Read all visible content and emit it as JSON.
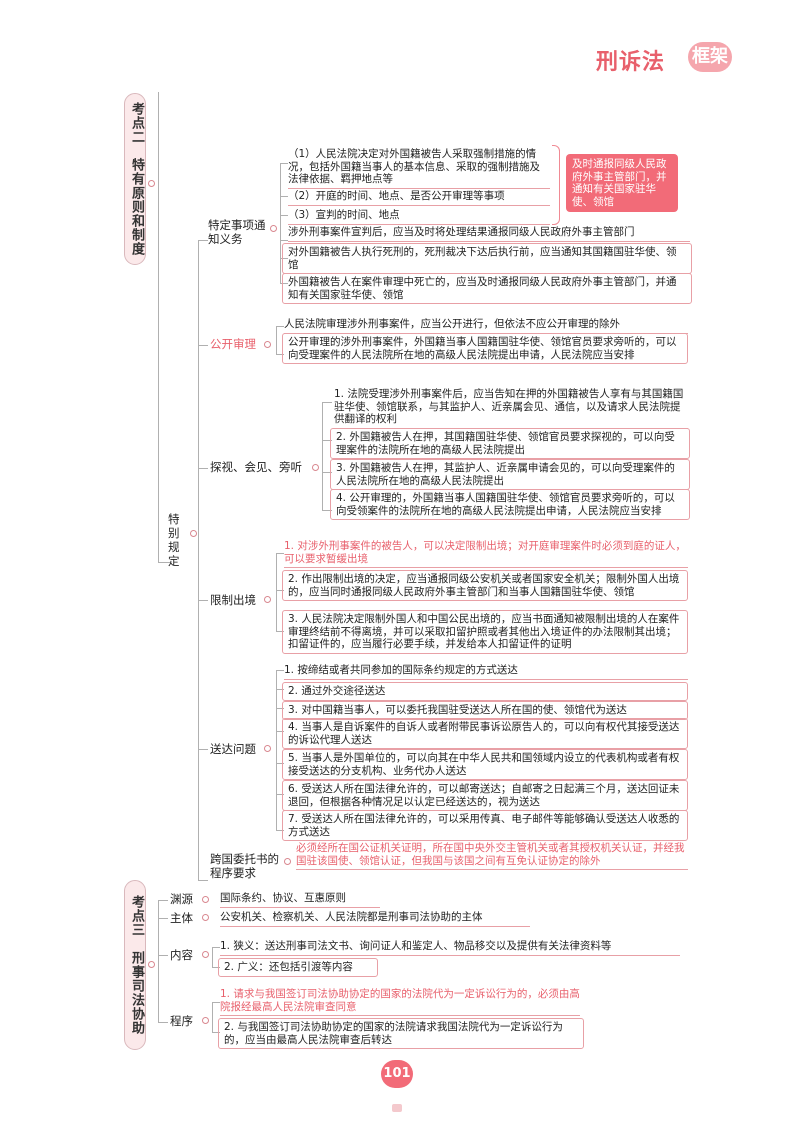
{
  "header": {
    "brand_part1": "刑诉法",
    "brand_part2": "框架"
  },
  "sections": {
    "s2": "考点二　特有原则和制度",
    "s3": "考点三　刑事司法协助"
  },
  "special": {
    "label": "特别规定",
    "notify": {
      "label": "特定事项通知义务",
      "items": [
        "（1）人民法院决定对外国籍被告人采取强制措施的情况，包括外国籍当事人的基本信息、采取的强制措施及法律依据、羁押地点等",
        "（2）开庭的时间、地点、是否公开审理等事项",
        "（3）宣判的时间、地点"
      ],
      "callout": "及时通报同级人民政府外事主管部门，并通知有关国家驻华使、领馆",
      "others": [
        "涉外刑事案件宣判后，应当及时将处理结果通报同级人民政府外事主管部门",
        "对外国籍被告人执行死刑的，死刑裁决下达后执行前，应当通知其国籍国驻华使、领馆",
        "外国籍被告人在案件审理中死亡的，应当及时通报同级人民政府外事主管部门，并通知有关国家驻华使、领馆"
      ]
    },
    "public": {
      "label": "公开审理",
      "items": [
        "人民法院审理涉外刑事案件，应当公开进行，但依法不应公开审理的除外",
        "公开审理的涉外刑事案件，外国籍当事人国籍国驻华使、领馆官员要求旁听的，可以向受理案件的人民法院所在地的高级人民法院提出申请，人民法院应当安排"
      ]
    },
    "visit": {
      "label": "探视、会见、旁听",
      "items": [
        "1. 法院受理涉外刑事案件后，应当告知在押的外国籍被告人享有与其国籍国驻华使、领馆联系，与其监护人、近亲属会见、通信，以及请求人民法院提供翻译的权利",
        "2. 外国籍被告人在押，其国籍国驻华使、领馆官员要求探视的，可以向受理案件的法院所在地的高级人民法院提出",
        "3. 外国籍被告人在押，其监护人、近亲属申请会见的，可以向受理案件的人民法院所在地的高级人民法院提出",
        "4. 公开审理的，外国籍当事人国籍国驻华使、领馆官员要求旁听的，可以向受领案件的法院所在地的高级人民法院提出申请，人民法院应当安排"
      ]
    },
    "exit": {
      "label": "限制出境",
      "items": [
        "1. 对涉外刑事案件的被告人，可以决定限制出境；对开庭审理案件时必须到庭的证人，可以要求暂缓出境",
        "2. 作出限制出境的决定，应当通报同级公安机关或者国家安全机关；限制外国人出境的，应当同时通报同级人民政府外事主管部门和当事人国籍国驻华使、领馆",
        "3. 人民法院决定限制外国人和中国公民出境的，应当书面通知被限制出境的人在案件审理终结前不得离境，并可以采取扣留护照或者其他出入境证件的办法限制其出境；扣留证件的，应当履行必要手续，并发给本人扣留证件的证明"
      ]
    },
    "service": {
      "label": "送达问题",
      "items": [
        "1. 按缔结或者共同参加的国际条约规定的方式送达",
        "2. 通过外交途径送达",
        "3. 对中国籍当事人，可以委托我国驻受送达人所在国的使、领馆代为送达",
        "4. 当事人是自诉案件的自诉人或者附带民事诉讼原告人的，可以向有权代其接受送达的诉讼代理人送达",
        "5. 当事人是外国单位的，可以向其在中华人民共和国领域内设立的代表机构或者有权接受送达的分支机构、业务代办人送达",
        "6. 受送达人所在国法律允许的，可以邮寄送达；自邮寄之日起满三个月，送达回证未退回，但根据各种情况足以认定已经送达的，视为送达",
        "7. 受送达人所在国法律允许的，可以采用传真、电子邮件等能够确认受送达人收悉的方式送达"
      ]
    },
    "letter": {
      "label": "跨国委托书的程序要求",
      "text": "必须经所在国公证机关证明，所在国中央外交主管机关或者其授权机关认证，并经我国驻该国使、领馆认证，但我国与该国之间有互免认证协定的除外"
    }
  },
  "assist": {
    "source_label": "渊源",
    "source_text": "国际条约、协议、互惠原则",
    "subject_label": "主体",
    "subject_text": "公安机关、检察机关、人民法院都是刑事司法协助的主体",
    "content_label": "内容",
    "content_items": [
      "1. 狭义：送达刑事司法文书、询问证人和鉴定人、物品移交以及提供有关法律资料等",
      "2. 广义：还包括引渡等内容"
    ],
    "procedure_label": "程序",
    "procedure_items": [
      "1. 请求与我国签订司法协助协定的国家的法院代为一定诉讼行为的，必须由高院报经最高人民法院审查同意",
      "2. 与我国签订司法协助协定的国家的法院请求我国法院代为一定诉讼行为的，应当由最高人民法院审查后转达"
    ]
  },
  "page_number": "101"
}
